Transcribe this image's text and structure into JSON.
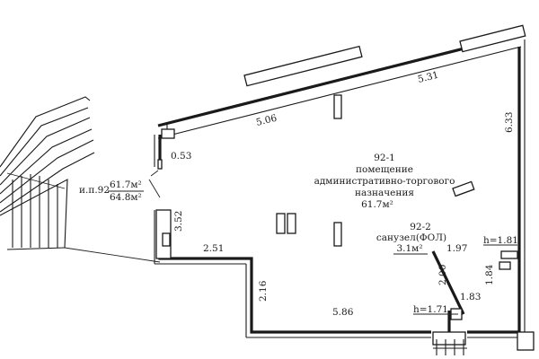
{
  "dimensions": {
    "top_right": "5.31",
    "top_left": "5.06",
    "right_side": "6.33",
    "small_top": "0.53",
    "left_vertical": "3.52",
    "left_bottom": "2.51",
    "inner_vertical": "2.16",
    "bottom": "5.86",
    "bath_width": "1.97",
    "bath_height": "2.00",
    "bath_right": "1.83",
    "right_lower": "1.84"
  },
  "heights": {
    "h_right": "h=1.81",
    "h_bottom": "h=1.71"
  },
  "room_main": {
    "number": "92-1",
    "line1": "помещение",
    "line2": "административно-торгового",
    "line3": "назначения",
    "area": "61.7м²"
  },
  "room_bath": {
    "number": "92-2",
    "name": "санузел(ФОЛ)",
    "area": "3.1м²"
  },
  "unit_note": {
    "label": "и.п.92",
    "area1": "61.7м²",
    "area2": "64.8м²"
  }
}
